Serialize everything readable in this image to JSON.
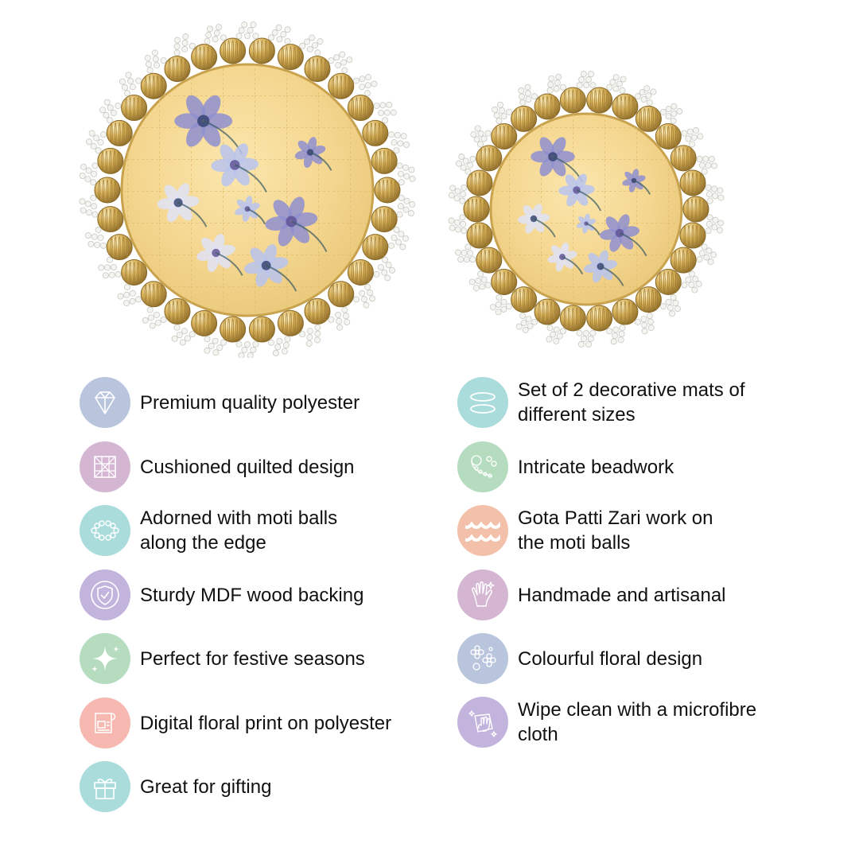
{
  "features_left": [
    {
      "text": "Premium quality polyester",
      "icon": "diamond-icon",
      "color": "#b9c5dc"
    },
    {
      "text": "Cushioned quilted design",
      "icon": "quilt-grid-icon",
      "color": "#d5b6d2"
    },
    {
      "text": "Adorned with moti balls\nalong the edge",
      "icon": "bead-ring-icon",
      "color": "#a9dcdb"
    },
    {
      "text": "Sturdy MDF wood backing",
      "icon": "shield-icon",
      "color": "#c3b4dd"
    },
    {
      "text": "Perfect for festive seasons",
      "icon": "sparkle-icon",
      "color": "#b6dcc0"
    },
    {
      "text": "Digital floral print on polyester",
      "icon": "printer-icon",
      "color": "#f6b8b0"
    },
    {
      "text": "Great for gifting",
      "icon": "gift-icon",
      "color": "#a9dcdb"
    }
  ],
  "features_right": [
    {
      "text": "Set of 2 decorative mats of\ndifferent sizes",
      "icon": "two-rings-icon",
      "color": "#a9dcdb"
    },
    {
      "text": "Intricate beadwork",
      "icon": "bead-strand-icon",
      "color": "#b6dcc0"
    },
    {
      "text": "Gota Patti Zari work on\nthe moti balls",
      "icon": "scallop-icon",
      "color": "#f3c0aa"
    },
    {
      "text": "Handmade and artisanal",
      "icon": "hand-icon",
      "color": "#d5b6d2"
    },
    {
      "text": "Colourful floral design",
      "icon": "flowers-icon",
      "color": "#b9c5dc"
    },
    {
      "text": "Wipe clean with a microfibre\ncloth",
      "icon": "wipe-cloth-icon",
      "color": "#c3b4dd"
    }
  ]
}
